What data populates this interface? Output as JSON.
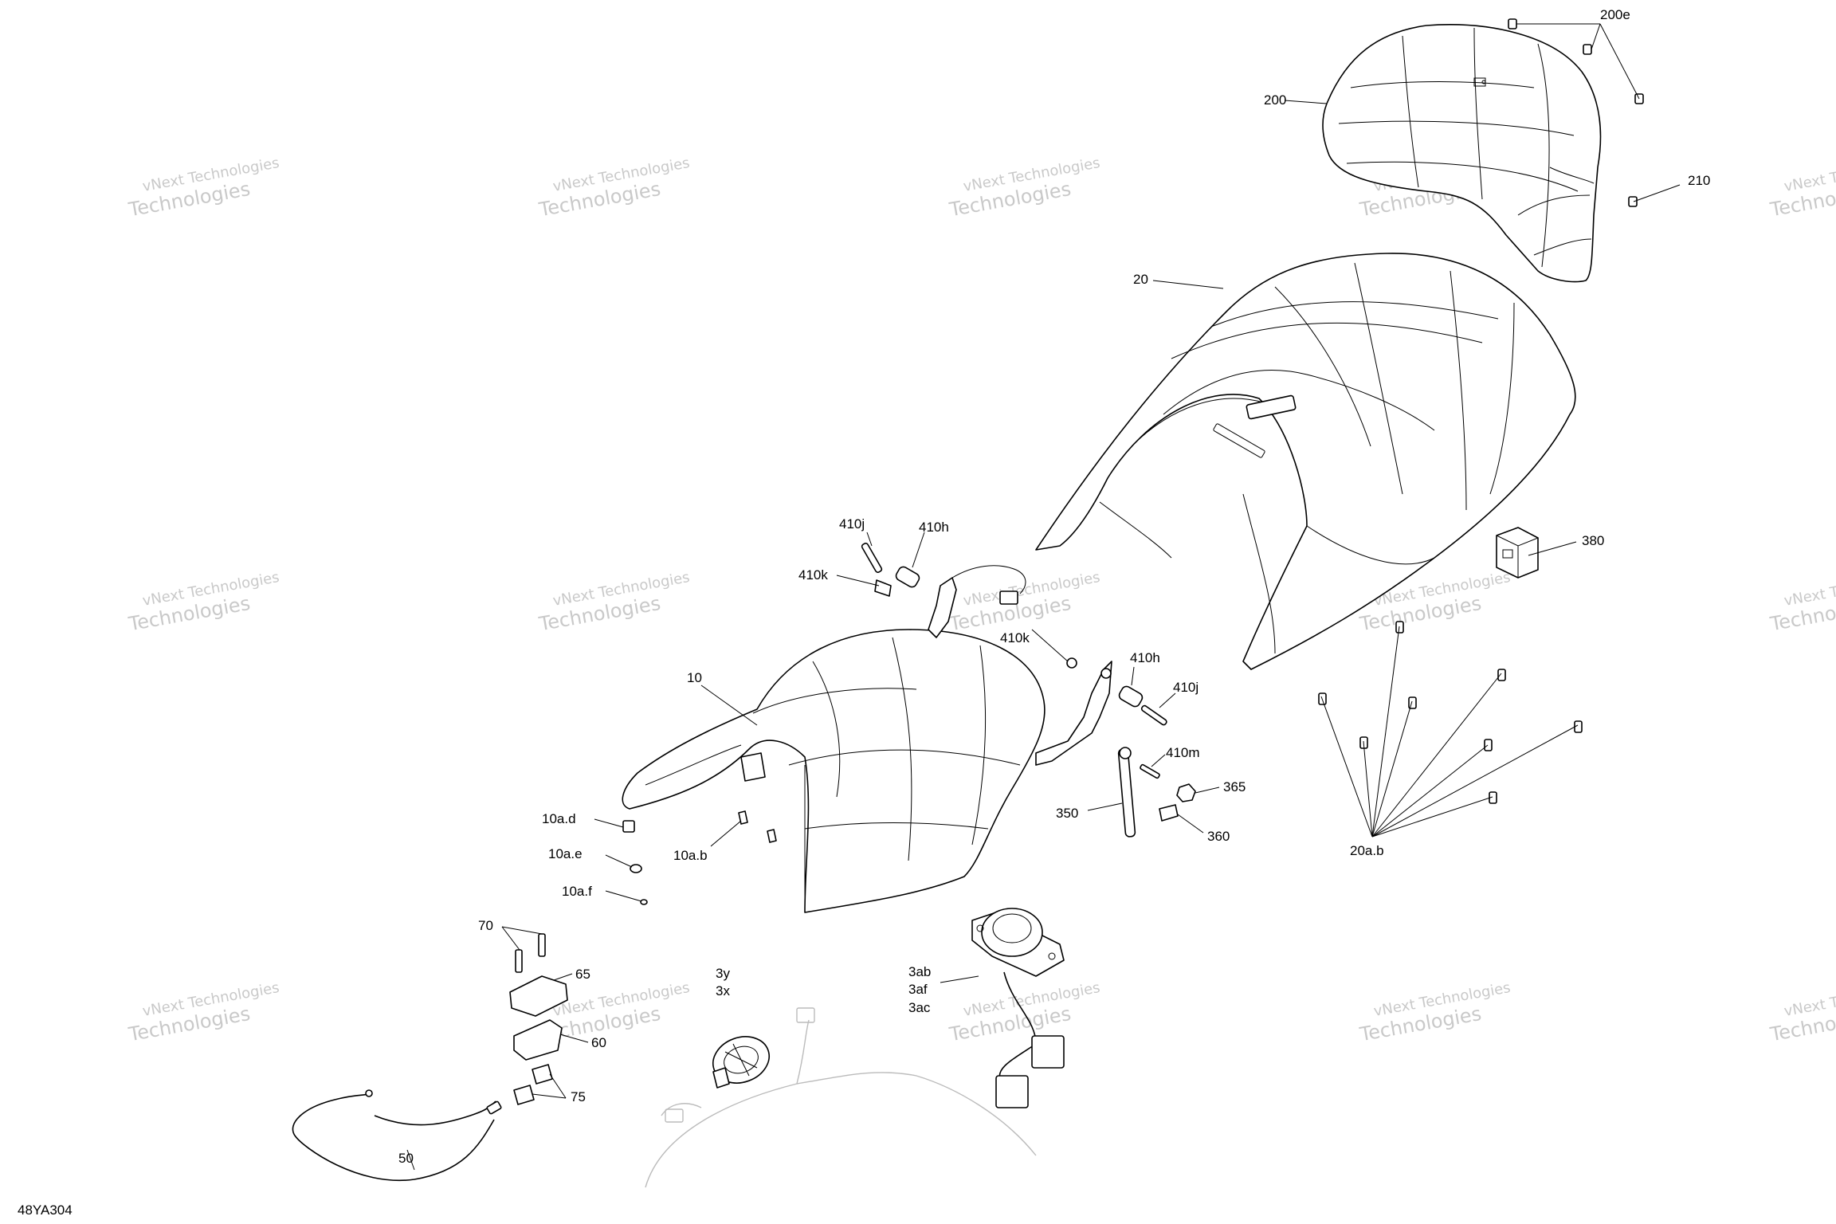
{
  "drawing_code": "48YA304",
  "watermarks": [
    {
      "line1": "vNext Technologies",
      "line2": "Technologies"
    },
    {
      "line1": "vNext Technologies",
      "line2": "Technologies"
    },
    {
      "line1": "vNext Technologies",
      "line2": "Technologies"
    },
    {
      "line1": "vNext Technologies",
      "line2": "Technologies"
    },
    {
      "line1": "vNext Technologies",
      "line2": "Technologies"
    },
    {
      "line1": "vNext Technologies",
      "line2": "Technologies"
    },
    {
      "line1": "vNext Technologies",
      "line2": "Technologies"
    },
    {
      "line1": "vNext Technologies",
      "line2": "Technologies"
    },
    {
      "line1": "vNext Technologies",
      "line2": "Technologies"
    },
    {
      "line1": "vNext Technologies",
      "line2": "Technologies"
    },
    {
      "line1": "vNext Technologies",
      "line2": "Technologies"
    },
    {
      "line1": "vNext Technologies",
      "line2": "Technologies"
    },
    {
      "line1": "vNext Technologies",
      "line2": "Technologies"
    },
    {
      "line1": "vNext Technologies",
      "line2": "Technologies"
    },
    {
      "line1": "vNext Technologies",
      "line2": "Technologies"
    }
  ],
  "callouts": {
    "c200e": "200e",
    "c200": "200",
    "c210": "210",
    "c20": "20",
    "c380": "380",
    "c410j_a": "410j",
    "c410h_a": "410h",
    "c410k_a": "410k",
    "c410k_b": "410k",
    "c410h_b": "410h",
    "c410j_b": "410j",
    "c410m": "410m",
    "c10": "10",
    "c365": "365",
    "c350": "350",
    "c360": "360",
    "c20ab": "20a.b",
    "c10ad": "10a.d",
    "c10ae": "10a.e",
    "c10ab": "10a.b",
    "c10af": "10a.f",
    "c70": "70",
    "c65": "65",
    "c3y": "3y",
    "c3x": "3x",
    "c3ab": "3ab",
    "c3af": "3af",
    "c3ac": "3ac",
    "c60": "60",
    "c75": "75",
    "c50": "50"
  }
}
